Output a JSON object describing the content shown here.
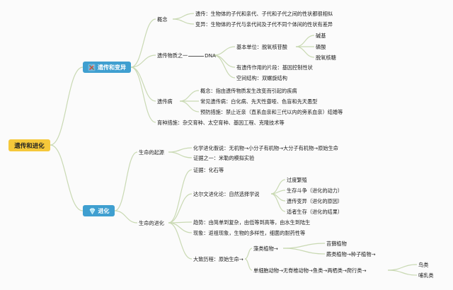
{
  "root": "遗传和进化",
  "branches": {
    "heredity": {
      "label": "遗传和变异",
      "icon": "tools-icon"
    },
    "evolution": {
      "label": "进化",
      "icon": "gem-icon"
    }
  },
  "heredity": {
    "concept": {
      "label": "概念",
      "items": [
        "遗传：生物体的子代和亲代、子代和子代之间的性状都很相似",
        "变异：生物体的子代与亲代间及子代不同个体间的性状有差异"
      ]
    },
    "material": {
      "label_prefix": "遗传物质之一",
      "label_suffix": "DNA",
      "basic_unit": {
        "label": "基本单位：脱氧核苷酸",
        "items": [
          "碱基",
          "磷酸",
          "脱氧核糖"
        ]
      },
      "gene": "有遗传作用的片段：基因控制性状",
      "structure": "空间结构：双螺旋结构"
    },
    "disease": {
      "label": "遗传病",
      "items": [
        "概念：指由遗传物质发生改变而引起的疾病",
        "常见遗传病：白化病、先天性聋哑、色盲和先天愚型",
        "预防措施：禁止近亲（直系血亲和三代以内的旁系血亲）结婚等"
      ]
    },
    "breeding": "育种措施：杂交育种、太空育种、基因工程、克隆技术等"
  },
  "evolution": {
    "origin": {
      "label": "生命的起源",
      "items": [
        "化学进化假说：无机物→小分子有机物→大分子有机物→原始生命",
        "证据之一：米勒的模拟实验"
      ]
    },
    "evo": {
      "label": "生命的进化",
      "evidence": "证据：化石等",
      "darwin": {
        "label": "达尔文进化论：自然选择学说",
        "items": [
          "过度繁殖",
          "生存斗争（进化的动力）",
          "遗传变异（进化的原因）",
          "适者生存（进化的结果）"
        ]
      },
      "trend": "趋势：由简单到复杂，由低等到高等，由水生到陆生",
      "phenomenon": "现象：返祖现象，生物的多样性，细菌的耐药性等",
      "history": {
        "label": "大致历程：原始生命→",
        "plants": {
          "label": "藻类植物→",
          "items": [
            "苔藓植物",
            "蕨类植物→种子植物→"
          ]
        },
        "animals": {
          "label": "单细胞动物→无脊椎动物→鱼类→两栖类→爬行类→",
          "items": [
            "鸟类",
            "哺乳类"
          ]
        }
      }
    }
  }
}
